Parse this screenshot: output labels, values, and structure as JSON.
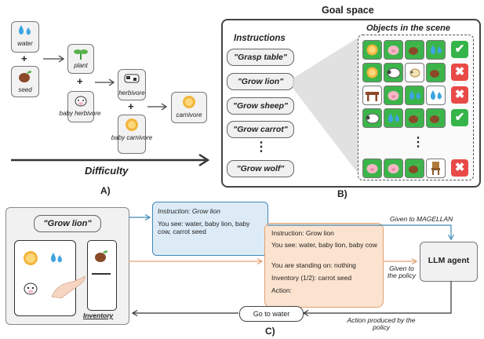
{
  "panel_a": {
    "items": {
      "water": "water",
      "seed": "seed",
      "plant": "plant",
      "baby_herbivore": "baby herbivore",
      "herbivore": "herbivore",
      "baby_carnivore": "baby carnivore",
      "carnivore": "carnivore"
    },
    "plus": "+",
    "axis_label": "Difficulty",
    "caption": "A)"
  },
  "panel_b": {
    "title": "Goal space",
    "instructions_header": "Instructions",
    "objects_header": "Objects in the scene",
    "instructions": [
      "\"Grasp table\"",
      "\"Grow lion\"",
      "\"Grow sheep\"",
      "\"Grow carrot\"",
      "\"Grow wolf\""
    ],
    "dots": "⋮",
    "caption": "B)",
    "rows": [
      {
        "objects": [
          "lion",
          "pig",
          "seed",
          "water"
        ],
        "valid": true
      },
      {
        "objects": [
          "lion",
          "sheep",
          "baby-sheep",
          "seed"
        ],
        "valid": false
      },
      {
        "objects": [
          "table",
          "pig",
          "water",
          "water"
        ],
        "valid": false
      },
      {
        "objects": [
          "sheep",
          "water",
          "seed",
          "seed"
        ],
        "valid": true
      },
      {
        "objects": [
          "pig",
          "pig",
          "seed",
          "chair"
        ],
        "valid": false
      }
    ],
    "check_symbol": "✔",
    "cross_symbol": "✖"
  },
  "panel_c": {
    "goal": "\"Grow lion\"",
    "inventory_label": "Inventory",
    "magellan_box": {
      "instruction": "Instruction: Grow lion",
      "you_see": "You see: water, baby lion, baby cow, carrot seed"
    },
    "policy_box": {
      "instruction": "Instruction: Grow lion",
      "you_see": "You see: water, baby lion, baby cow",
      "standing": "You are standing on: nothing",
      "inventory": "Inventory (1/2): carrot seed",
      "action": "Action:"
    },
    "given_magellan": "Given to MAGELLAN",
    "given_policy": "Given to the policy",
    "agent": "LLM agent",
    "action_text": "Action produced by the policy",
    "action_output": "Go to water",
    "caption": "C)"
  },
  "colors": {
    "green": "#3bb54a",
    "red": "#e84a47",
    "blue_box": "#dcebf6",
    "blue_border": "#3f88b5",
    "orange_box": "#fbe3cf",
    "orange_border": "#e2a070",
    "panel_bg": "#f2f2f2"
  }
}
